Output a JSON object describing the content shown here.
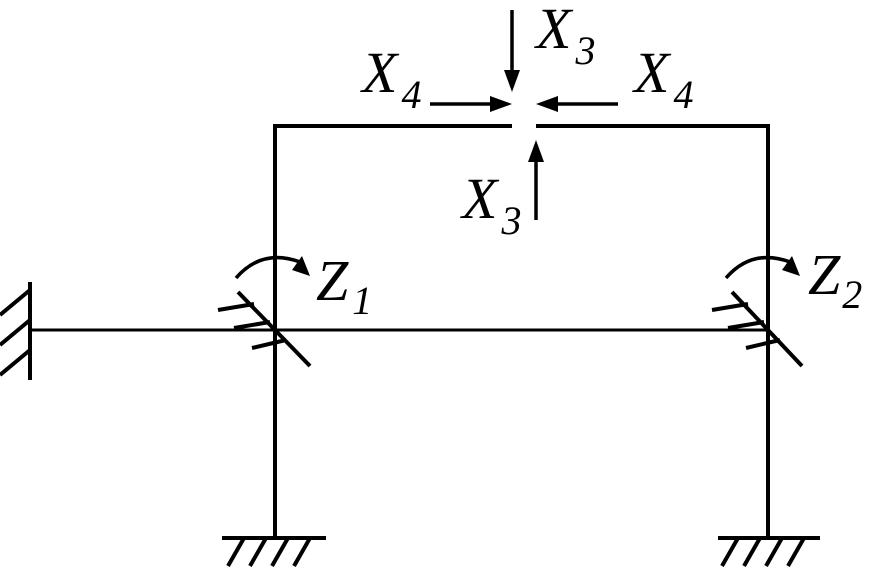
{
  "labels": {
    "x3_top": {
      "main": "X",
      "sub": "3"
    },
    "x3_bottom": {
      "main": "X",
      "sub": "3"
    },
    "x4_left": {
      "main": "X",
      "sub": "4"
    },
    "x4_right": {
      "main": "X",
      "sub": "4"
    },
    "z1": {
      "main": "Z",
      "sub": "1"
    },
    "z2": {
      "main": "Z",
      "sub": "2"
    }
  }
}
